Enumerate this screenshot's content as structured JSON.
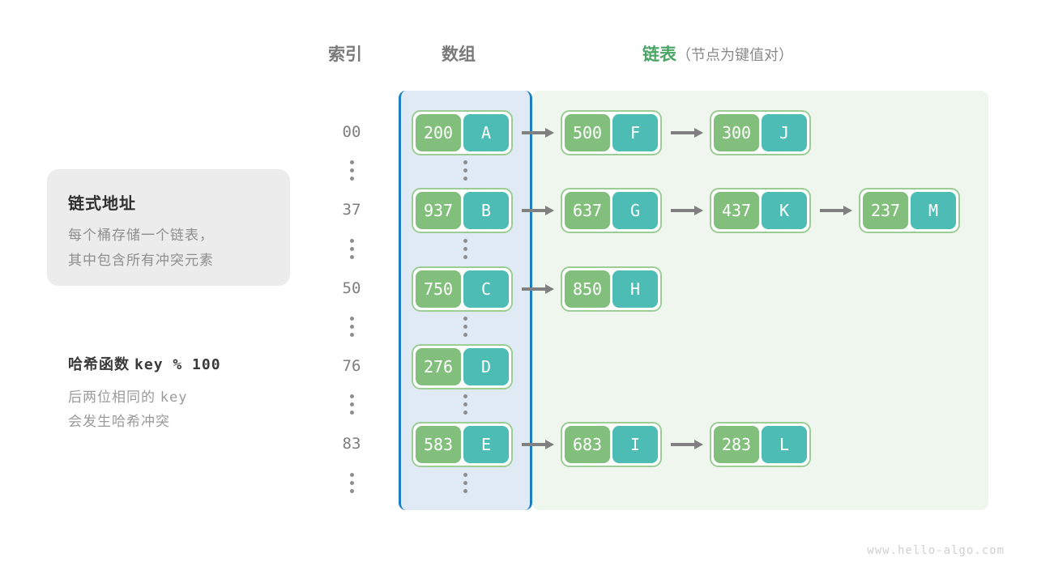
{
  "headers": {
    "index": "索引",
    "array": "数组",
    "list_main": "链表",
    "list_sub": "（节点为键值对）"
  },
  "info_card": {
    "title": "链式地址",
    "line1": "每个桶存储一个链表，",
    "line2": "其中包含所有冲突元素"
  },
  "hash_block": {
    "title_label": "哈希函数",
    "title_code": "key % 100",
    "body_line1_pre": "后两位相同的",
    "body_line1_code": "key",
    "body_line2": "会发生哈希冲突"
  },
  "colors": {
    "array_region_fill": "#dfeaf5",
    "array_region_border": "#1d7fc3",
    "list_region_fill": "#eef6ee",
    "node_border": "#9ccd96",
    "node_key_fill": "#82bf7d",
    "node_value_fill": "#4cbcb4",
    "arrow": "#808080",
    "accent_green": "#4aa565",
    "info_card_bg": "#ececec"
  },
  "rows": [
    {
      "index": "00",
      "bucket": {
        "key": "200",
        "value": "A"
      },
      "chain": [
        {
          "key": "500",
          "value": "F"
        },
        {
          "key": "300",
          "value": "J"
        }
      ]
    },
    {
      "index": "37",
      "bucket": {
        "key": "937",
        "value": "B"
      },
      "chain": [
        {
          "key": "637",
          "value": "G"
        },
        {
          "key": "437",
          "value": "K"
        },
        {
          "key": "237",
          "value": "M"
        }
      ]
    },
    {
      "index": "50",
      "bucket": {
        "key": "750",
        "value": "C"
      },
      "chain": [
        {
          "key": "850",
          "value": "H"
        }
      ]
    },
    {
      "index": "76",
      "bucket": {
        "key": "276",
        "value": "D"
      },
      "chain": []
    },
    {
      "index": "83",
      "bucket": {
        "key": "583",
        "value": "E"
      },
      "chain": [
        {
          "key": "683",
          "value": "I"
        },
        {
          "key": "283",
          "value": "L"
        }
      ]
    }
  ],
  "watermark": "www.hello-algo.com"
}
